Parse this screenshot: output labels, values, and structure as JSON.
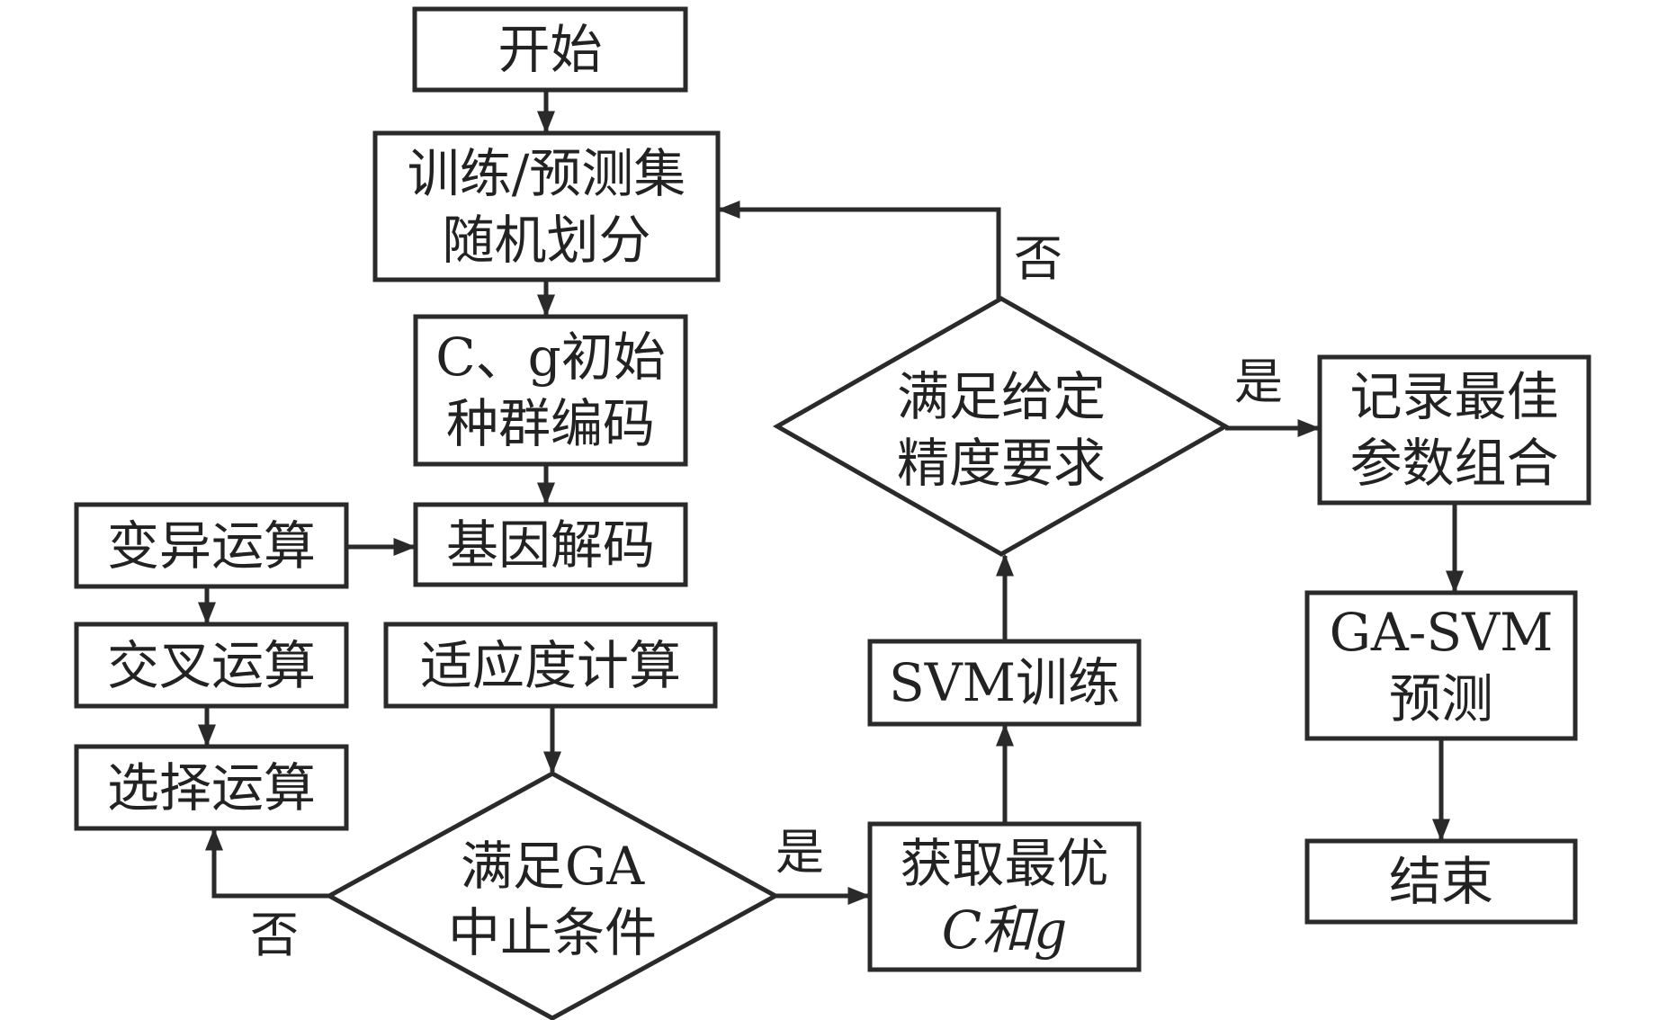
{
  "nodes": {
    "start": {
      "lines": [
        "开始"
      ]
    },
    "split": {
      "lines": [
        "训练/预测集",
        "随机划分"
      ]
    },
    "init": {
      "lines": [
        "C、g初始",
        "种群编码"
      ]
    },
    "decode": {
      "lines": [
        "基因解码"
      ]
    },
    "mutate": {
      "lines": [
        "变异运算"
      ]
    },
    "crossover": {
      "lines": [
        "交叉运算"
      ]
    },
    "select": {
      "lines": [
        "选择运算"
      ]
    },
    "fitness": {
      "lines": [
        "适应度计算"
      ]
    },
    "ga_check": {
      "lines": [
        "满足GA",
        "中止条件"
      ]
    },
    "best_cg": {
      "lines": [
        "获取最优",
        "C和g"
      ]
    },
    "svm_train": {
      "lines": [
        "SVM训练"
      ]
    },
    "accuracy_check": {
      "lines": [
        "满足给定",
        "精度要求"
      ]
    },
    "record": {
      "lines": [
        "记录最佳",
        "参数组合"
      ]
    },
    "gasvm_predict": {
      "lines": [
        "GA-SVM",
        "预测"
      ]
    },
    "end": {
      "lines": [
        "结束"
      ]
    }
  },
  "edge_labels": {
    "accuracy_no": "否",
    "accuracy_yes": "是",
    "ga_no": "否",
    "ga_yes": "是"
  },
  "colors": {
    "stroke": "#2a2a2a",
    "text": "#222222",
    "background": "#ffffff"
  }
}
